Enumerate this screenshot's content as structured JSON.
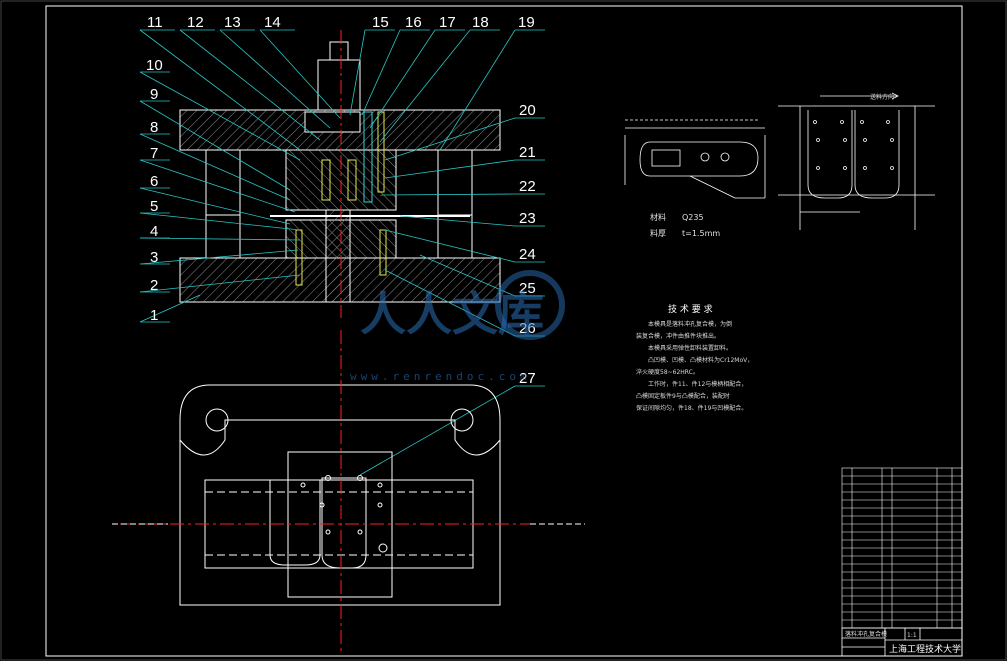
{
  "part_labels": {
    "left": [
      "10",
      "9",
      "8",
      "7",
      "6",
      "5",
      "4",
      "3",
      "2",
      "1"
    ],
    "top": [
      "11",
      "12",
      "13",
      "14",
      "15",
      "16",
      "17",
      "18",
      "19"
    ],
    "right": [
      "20",
      "21",
      "22",
      "23",
      "24",
      "25",
      "26"
    ],
    "plan": "27"
  },
  "material_note": {
    "material_label": "材料",
    "material_value": "Q235",
    "thickness_label": "料厚",
    "thickness_value": "t=1.5mm"
  },
  "tech_requirements": {
    "title": "技 术 要 求",
    "lines": [
      "本模具是落料冲孔复合模，为倒",
      "装复合模，冲件由推件块推出。",
      "本模具采用弹性卸料装置卸料。",
      "凸凹模、凹模、凸模材料为Cr12MoV，",
      "淬火硬度58~62HRC。",
      "工作时，件11、件12与模柄相配合，",
      "凸模固定板件9与凸模配合，装配时",
      "保证间隙均匀，件18、件19与凹模配合。"
    ]
  },
  "strip_layout": {
    "feed_label": "送料方向"
  },
  "title_block": {
    "drawing_name": "落料冲孔复合模",
    "school": "上海工程技术大学",
    "scale": "1:1"
  },
  "watermark": {
    "text": "人人文库",
    "url": "www.renrendoc.com"
  },
  "colors": {
    "background": "#000000",
    "outline": "#ffffff",
    "hatch": "#8a8a8a",
    "centerline": "#ff2020",
    "leader": "#29c6c6",
    "cyan": "#37d4d4",
    "yellow": "#e8e850",
    "watermark": "#2a6fb8"
  }
}
